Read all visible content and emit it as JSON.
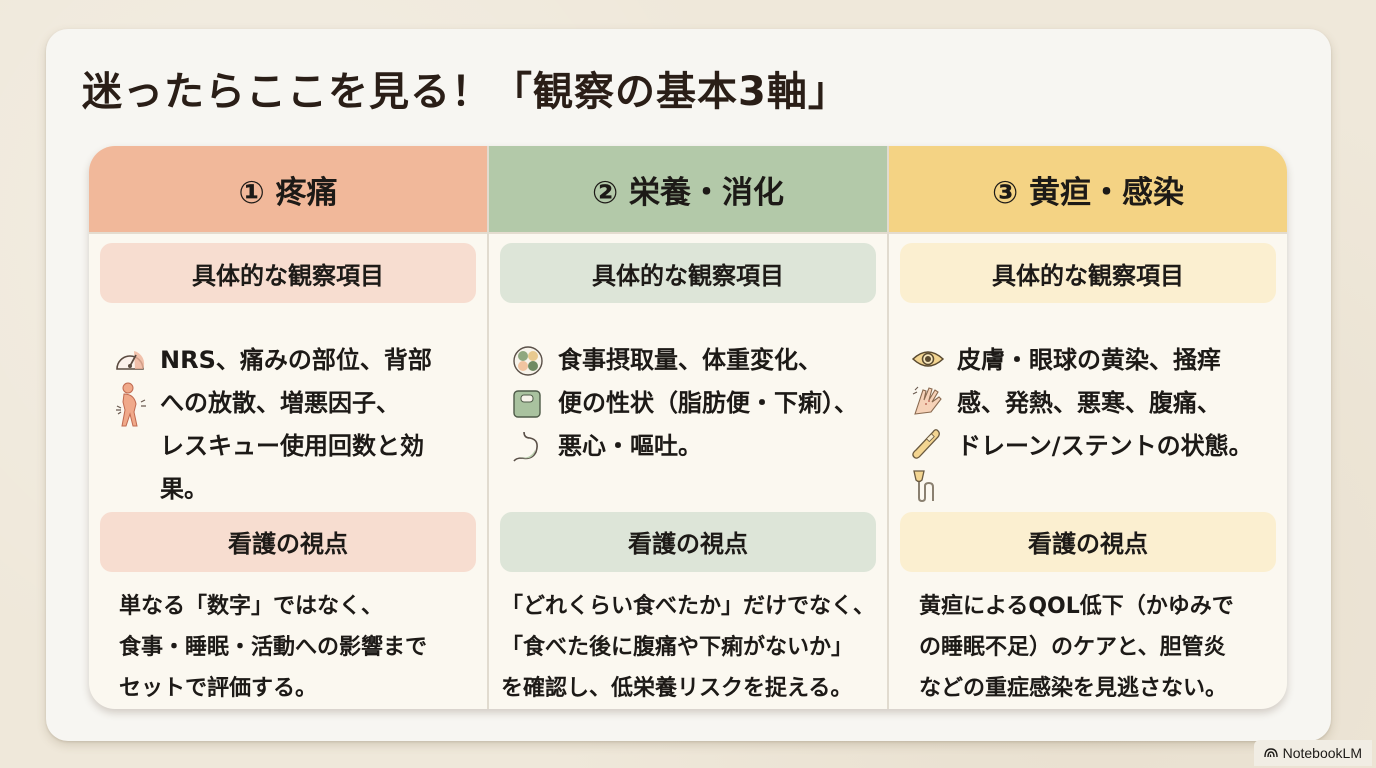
{
  "title": "迷ったらここを見る！「観察の基本3軸」",
  "columns": [
    {
      "key": "pain",
      "header": "① 疼痛",
      "accent": "#f1b89a",
      "observation_label": "具体的な観察項目",
      "icons": [
        "pain-scale-gauge-icon",
        "back-pain-person-icon"
      ],
      "observation_text": "NRS、痛みの部位、背部\nへの放散、増悪因子、\nレスキュー使用回数と効\n果。",
      "nursing_label": "看護の視点",
      "nursing_text": "単なる「数字」ではなく、\n食事・睡眠・活動への影響まで\nセットで評価する。"
    },
    {
      "key": "nutri",
      "header": "② 栄養・消化",
      "accent": "#b3c9a9",
      "observation_label": "具体的な観察項目",
      "icons": [
        "food-plate-icon",
        "weight-scale-icon",
        "stomach-icon"
      ],
      "observation_text": "食事摂取量、体重変化、\n便の性状（脂肪便・下痢）、\n悪心・嘔吐。",
      "nursing_label": "看護の視点",
      "nursing_text": "「どれくらい食べたか」だけでなく、\n「食べた後に腹痛や下痢がないか」\nを確認し、低栄養リスクを捉える。"
    },
    {
      "key": "jaund",
      "header": "③ 黄疸・感染",
      "accent": "#f4d384",
      "observation_label": "具体的な観察項目",
      "icons": [
        "eye-icon",
        "itchy-hand-icon",
        "thermometer-icon",
        "drain-tube-icon"
      ],
      "observation_text": "皮膚・眼球の黄染、掻痒\n感、発熱、悪寒、腹痛、\nドレーン/ステントの状態。",
      "nursing_label": "看護の視点",
      "nursing_text": "黄疸によるQOL低下（かゆみで\nの睡眠不足）のケアと、胆管炎\nなどの重症感染を見逃さない。"
    }
  ],
  "watermark": "NotebookLM"
}
